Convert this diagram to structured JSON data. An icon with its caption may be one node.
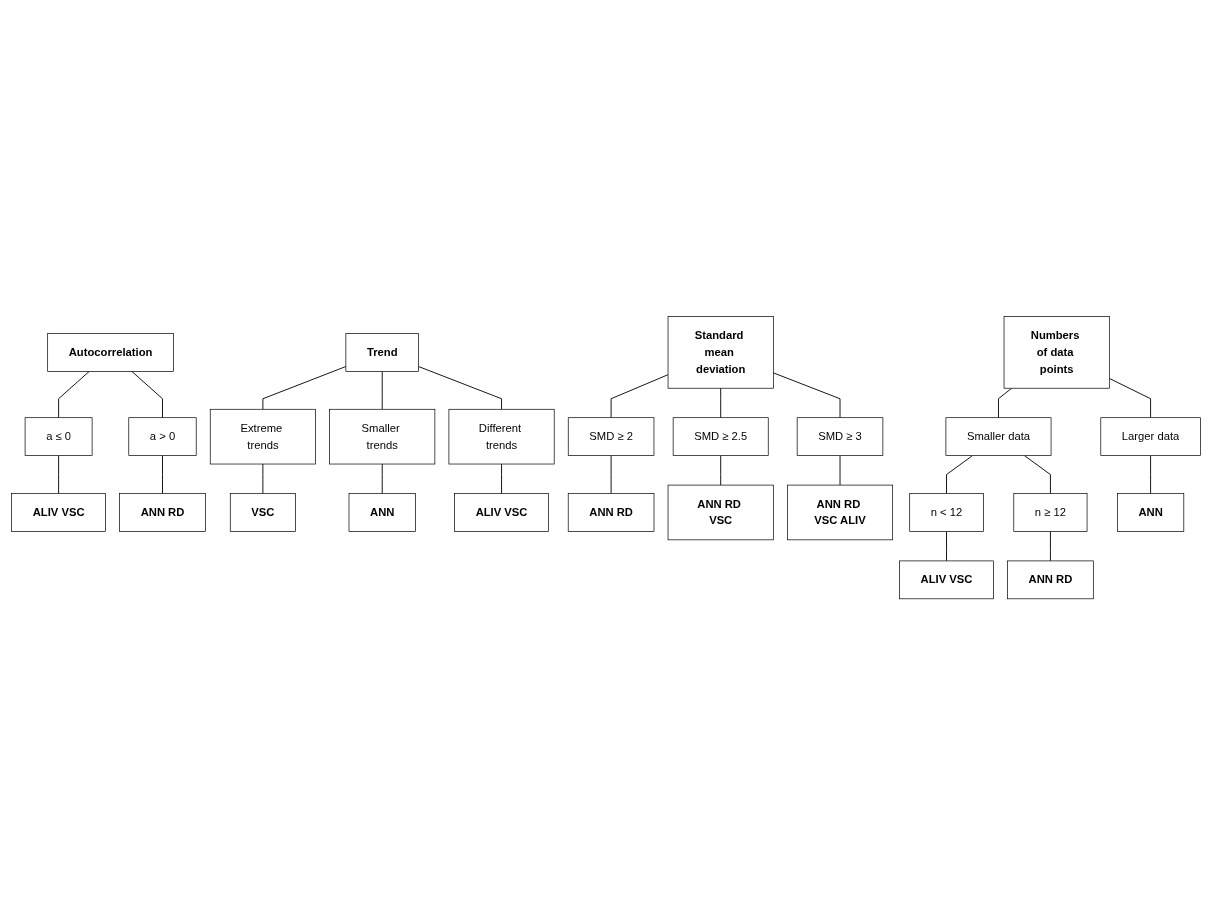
{
  "diagram": {
    "nodes": [
      {
        "text": [
          "Autocorrelation"
        ]
      },
      {
        "text": [
          "a ≤ 0"
        ]
      },
      {
        "text": [
          "a > 0"
        ]
      },
      {
        "text": [
          "ALIV VSC"
        ]
      },
      {
        "text": [
          "ANN RD"
        ]
      },
      {
        "text": [
          "Trend"
        ]
      },
      {
        "text": [
          "Extreme trends"
        ]
      },
      {
        "text": [
          "Smaller trends"
        ]
      },
      {
        "text": [
          "Different trends"
        ]
      },
      {
        "text": [
          "VSC"
        ]
      },
      {
        "text": [
          "ANN"
        ]
      },
      {
        "text": [
          "ALIV VSC"
        ]
      },
      {
        "text": [
          "Standard mean deviation"
        ]
      },
      {
        "text": [
          "SMD ≥ 2"
        ]
      },
      {
        "text": [
          "SMD ≥ 2.5"
        ]
      },
      {
        "text": [
          "SMD ≥ 3"
        ]
      },
      {
        "text": [
          "ANN RD"
        ]
      },
      {
        "text": [
          "ANN RD VSC"
        ]
      },
      {
        "text": [
          "ANN RD VSC ALIV"
        ]
      },
      {
        "text": [
          "Numbers of data points"
        ]
      },
      {
        "text": [
          "Smaller data"
        ]
      },
      {
        "text": [
          "Larger data"
        ]
      },
      {
        "text": [
          "n < 12"
        ]
      },
      {
        "text": [
          "n ≥ 12"
        ]
      },
      {
        "text": [
          "ALIV VSC"
        ]
      },
      {
        "text": [
          "ANN RD"
        ]
      },
      {
        "text": [
          "ANN"
        ]
      }
    ],
    "edges": [
      {
        "from": 0,
        "to": 1,
        "arrow": "none"
      },
      {
        "from": 0,
        "to": 2,
        "arrow": "none"
      },
      {
        "from": 1,
        "to": 3,
        "arrow": "none"
      },
      {
        "from": 2,
        "to": 4,
        "arrow": "none"
      },
      {
        "from": 5,
        "to": 6,
        "arrow": "none"
      },
      {
        "from": 5,
        "to": 7,
        "arrow": "none"
      },
      {
        "from": 5,
        "to": 8,
        "arrow": "none"
      },
      {
        "from": 6,
        "to": 9,
        "arrow": "none"
      },
      {
        "from": 7,
        "to": 10,
        "arrow": "none"
      },
      {
        "from": 8,
        "to": 11,
        "arrow": "none"
      },
      {
        "from": 12,
        "to": 13,
        "arrow": "none"
      },
      {
        "from": 12,
        "to": 14,
        "arrow": "none"
      },
      {
        "from": 12,
        "to": 15,
        "arrow": "none"
      },
      {
        "from": 13,
        "to": 16,
        "arrow": "none"
      },
      {
        "from": 14,
        "to": 17,
        "arrow": "none"
      },
      {
        "from": 15,
        "to": 18,
        "arrow": "none"
      },
      {
        "from": 19,
        "to": 20,
        "arrow": "none"
      },
      {
        "from": 19,
        "to": 21,
        "arrow": "none"
      },
      {
        "from": 20,
        "to": 22,
        "arrow": "none"
      },
      {
        "from": 20,
        "to": 23,
        "arrow": "none"
      },
      {
        "from": 22,
        "to": 24,
        "arrow": "none"
      },
      {
        "from": 23,
        "to": 25,
        "arrow": "none"
      },
      {
        "from": 21,
        "to": 26,
        "arrow": "none"
      }
    ]
  }
}
